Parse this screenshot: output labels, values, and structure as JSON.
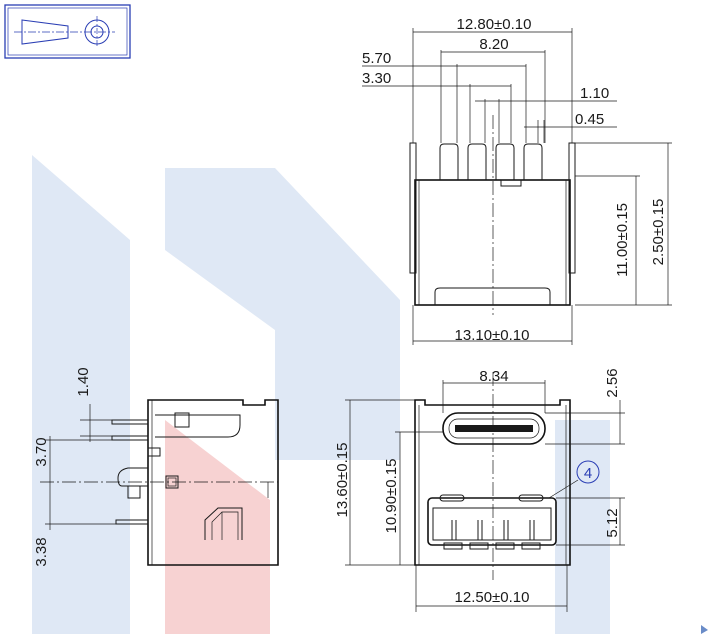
{
  "title_block": {
    "symbol": "third-angle-projection-icon"
  },
  "colors": {
    "wm_blue": "#dfe8f5",
    "wm_red": "#f7d2d2",
    "line": "#1a1a1a",
    "callout": "#2a3eb4"
  },
  "top_view": {
    "dims": {
      "overall_width": "12.80±0.10",
      "pin_span_outer": "8.20",
      "pitch_a": "5.70",
      "pitch_b": "3.30",
      "pin_width": "1.10",
      "pin_gap": "0.45",
      "body_height": "11.00±0.15",
      "pin_height": "2.50±0.15",
      "bottom_width": "13.10±0.10"
    }
  },
  "side_view": {
    "dims": {
      "d1": "1.40",
      "d2": "3.70",
      "d3": "3.38"
    }
  },
  "front_view": {
    "dims": {
      "typec_width": "8.34",
      "typec_height": "2.56",
      "overall_height": "13.60±0.15",
      "lower_height": "10.90±0.15",
      "usba_height": "5.12",
      "bottom_width": "12.50±0.10"
    },
    "callout": "4"
  }
}
